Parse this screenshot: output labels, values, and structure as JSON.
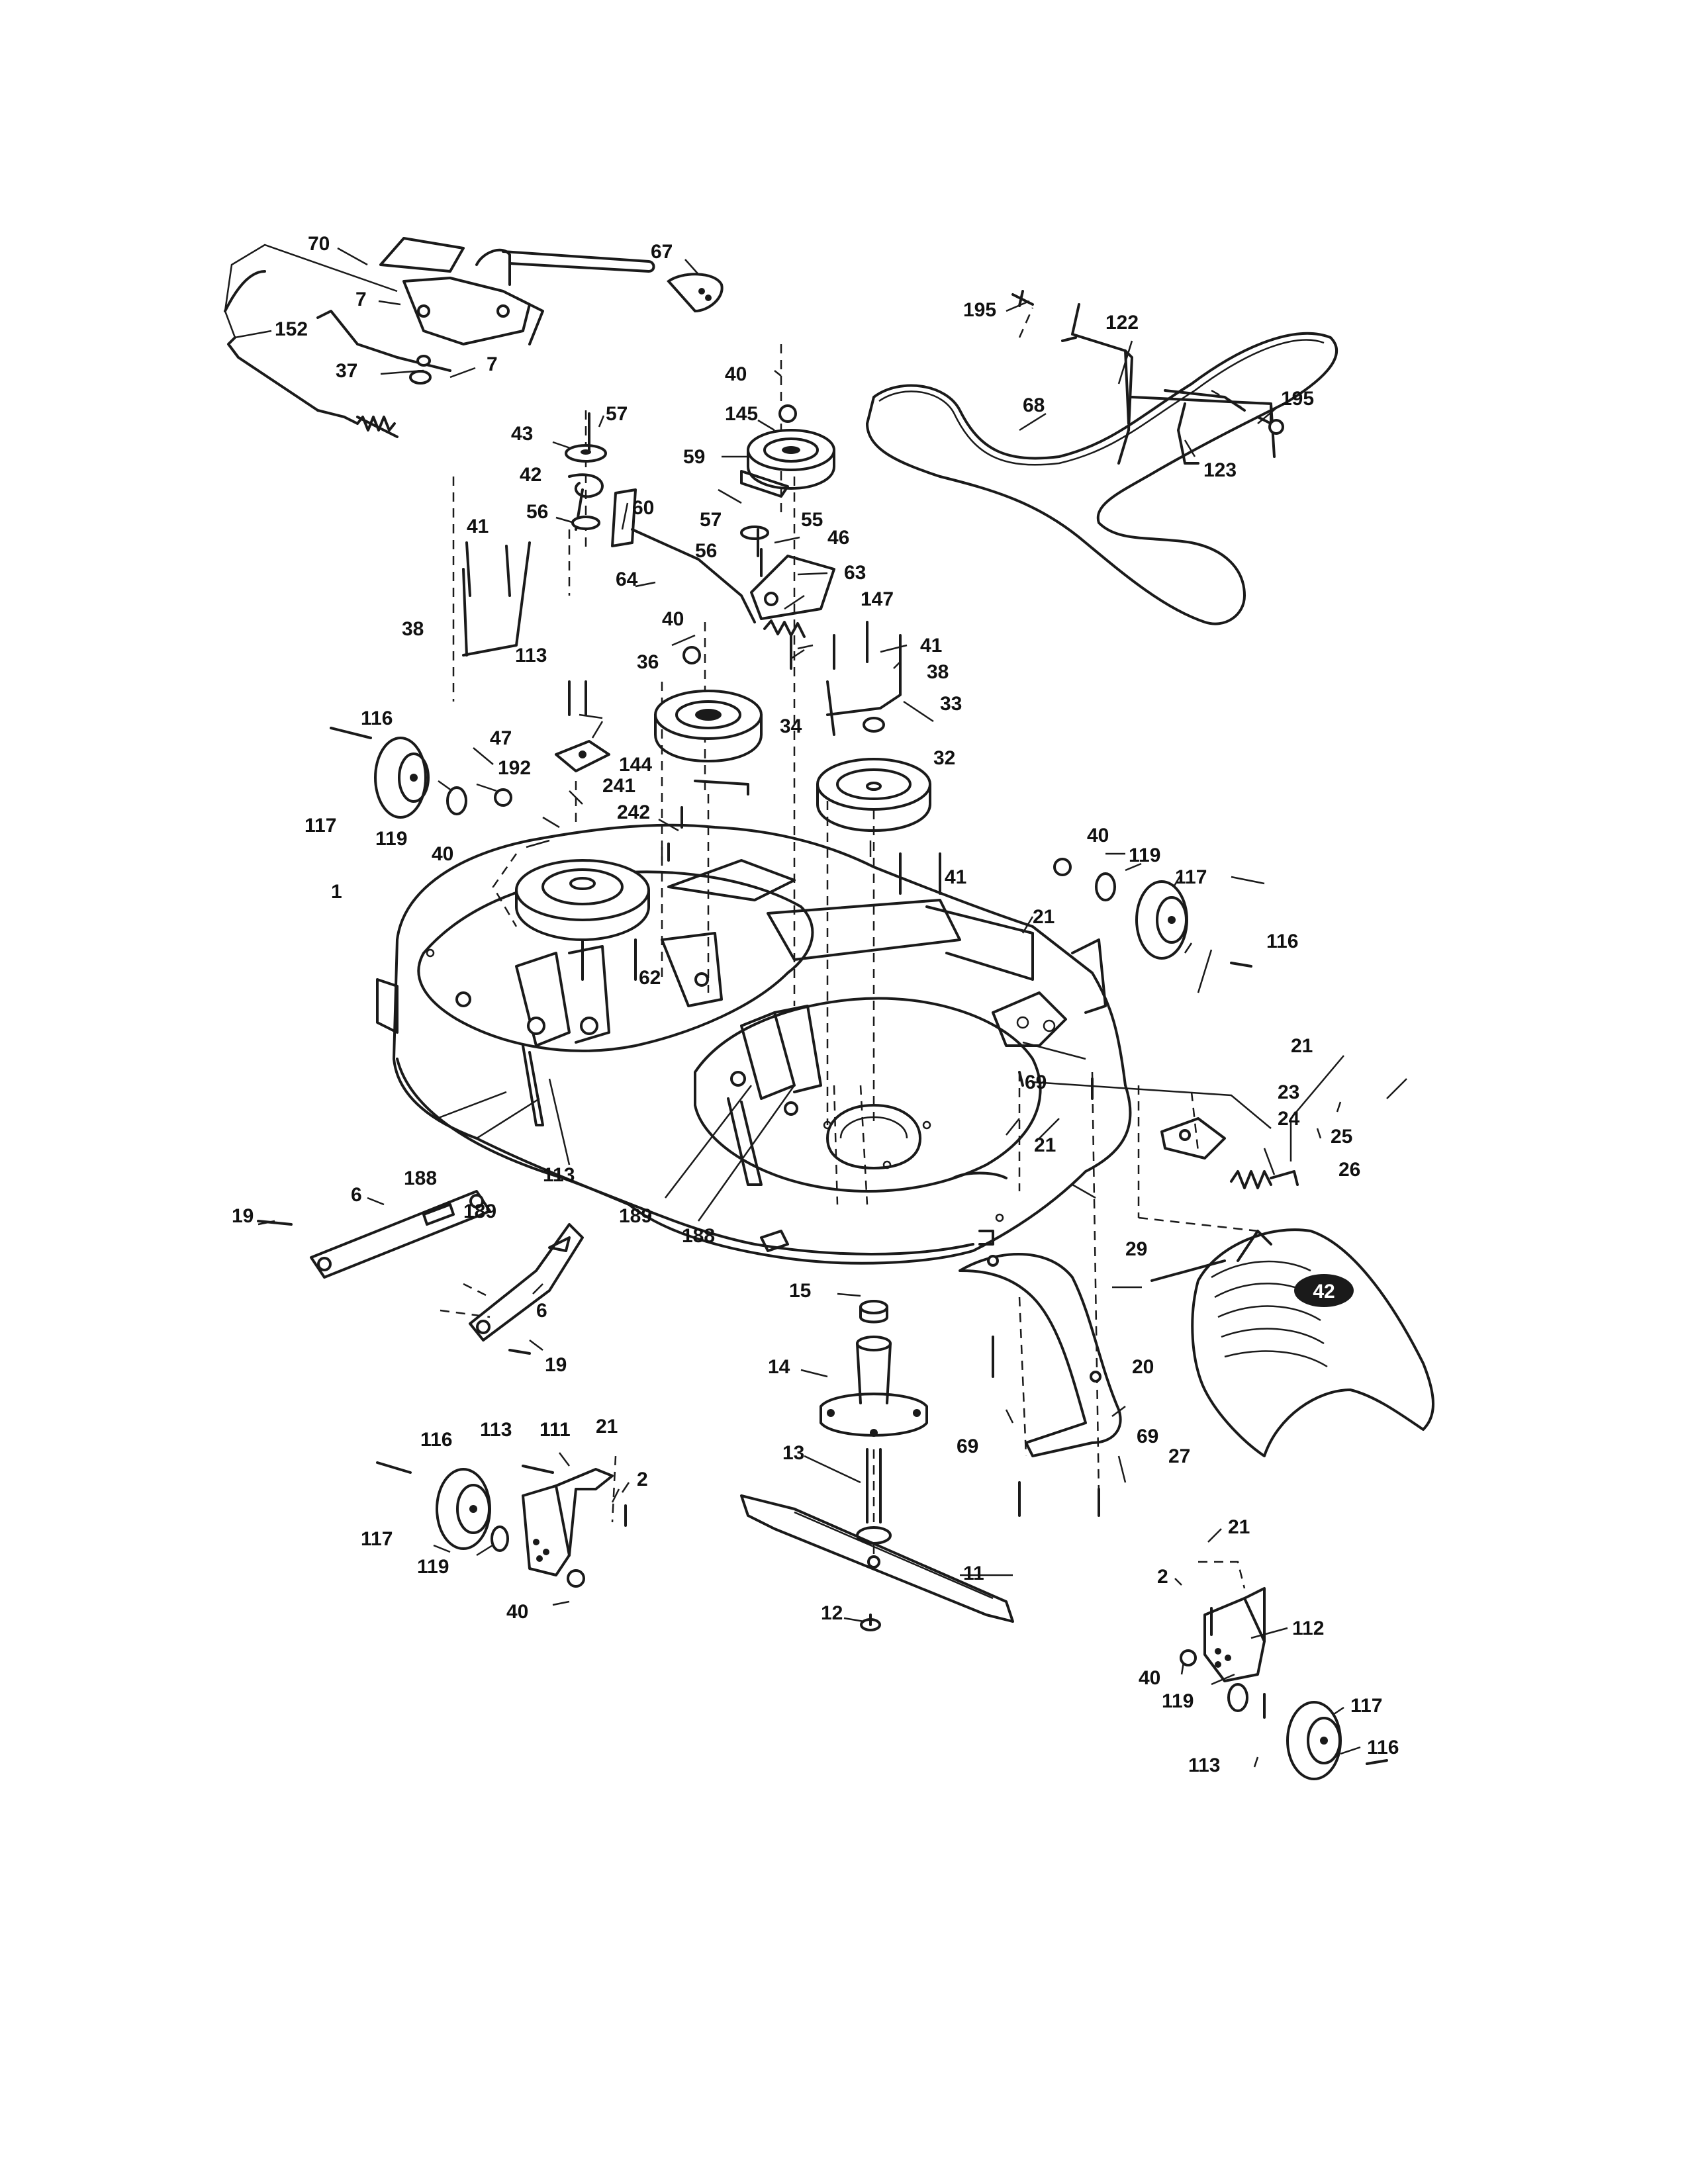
{
  "callouts": [
    {
      "n": "70"
    },
    {
      "n": "67"
    },
    {
      "n": "7"
    },
    {
      "n": "152"
    },
    {
      "n": "7"
    },
    {
      "n": "37"
    },
    {
      "n": "195"
    },
    {
      "n": "122"
    },
    {
      "n": "68"
    },
    {
      "n": "195"
    },
    {
      "n": "123"
    },
    {
      "n": "40"
    },
    {
      "n": "145"
    },
    {
      "n": "57"
    },
    {
      "n": "43"
    },
    {
      "n": "42"
    },
    {
      "n": "56"
    },
    {
      "n": "60"
    },
    {
      "n": "59"
    },
    {
      "n": "57"
    },
    {
      "n": "55"
    },
    {
      "n": "56"
    },
    {
      "n": "46"
    },
    {
      "n": "63"
    },
    {
      "n": "64"
    },
    {
      "n": "41"
    },
    {
      "n": "38"
    },
    {
      "n": "147"
    },
    {
      "n": "40"
    },
    {
      "n": "41"
    },
    {
      "n": "38"
    },
    {
      "n": "36"
    },
    {
      "n": "113"
    },
    {
      "n": "34"
    },
    {
      "n": "33"
    },
    {
      "n": "116"
    },
    {
      "n": "47"
    },
    {
      "n": "192"
    },
    {
      "n": "144"
    },
    {
      "n": "32"
    },
    {
      "n": "241"
    },
    {
      "n": "117"
    },
    {
      "n": "119"
    },
    {
      "n": "242"
    },
    {
      "n": "40"
    },
    {
      "n": "40"
    },
    {
      "n": "119"
    },
    {
      "n": "117"
    },
    {
      "n": "41"
    },
    {
      "n": "1"
    },
    {
      "n": "116"
    },
    {
      "n": "21"
    },
    {
      "n": "62"
    },
    {
      "n": "21"
    },
    {
      "n": "23"
    },
    {
      "n": "69"
    },
    {
      "n": "24"
    },
    {
      "n": "188"
    },
    {
      "n": "189"
    },
    {
      "n": "21"
    },
    {
      "n": "25"
    },
    {
      "n": "113"
    },
    {
      "n": "26"
    },
    {
      "n": "6"
    },
    {
      "n": "19"
    },
    {
      "n": "189"
    },
    {
      "n": "188"
    },
    {
      "n": "29"
    },
    {
      "n": "15"
    },
    {
      "n": "6"
    },
    {
      "n": "19"
    },
    {
      "n": "14"
    },
    {
      "n": "20"
    },
    {
      "n": "113"
    },
    {
      "n": "111"
    },
    {
      "n": "21"
    },
    {
      "n": "116"
    },
    {
      "n": "69"
    },
    {
      "n": "69"
    },
    {
      "n": "27"
    },
    {
      "n": "2"
    },
    {
      "n": "13"
    },
    {
      "n": "117"
    },
    {
      "n": "119"
    },
    {
      "n": "11"
    },
    {
      "n": "40"
    },
    {
      "n": "21"
    },
    {
      "n": "12"
    },
    {
      "n": "2"
    },
    {
      "n": "112"
    },
    {
      "n": "40"
    },
    {
      "n": "117"
    },
    {
      "n": "119"
    },
    {
      "n": "113"
    },
    {
      "n": "116"
    }
  ],
  "deck_marking": "42",
  "colors": {
    "ink": "#1a1a1a",
    "paper": "#ffffff"
  }
}
